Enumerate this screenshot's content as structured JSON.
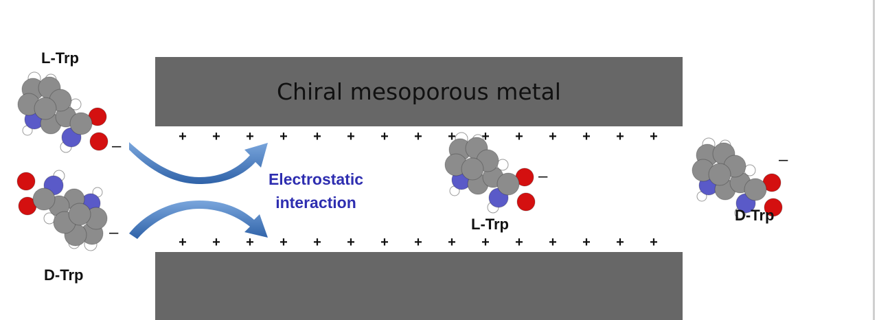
{
  "pore": {
    "title": "Chiral mesoporous metal",
    "wall_color": "#676767",
    "charge_symbol": "+",
    "charges_per_row": 15
  },
  "interaction": {
    "line1": "Electrostatic",
    "line2": "interaction",
    "color": "#2e2eb0"
  },
  "molecules": {
    "input_top": {
      "label": "L-Trp",
      "charge": "–"
    },
    "input_bottom": {
      "label": "D-Trp",
      "charge": "–"
    },
    "adsorbed": {
      "label": "L-Trp",
      "charge": "–"
    },
    "released": {
      "label": "D-Trp",
      "charge": "–"
    }
  },
  "atom_colors": {
    "carbon": "#8c8c8c",
    "hydrogen": "#ffffff",
    "nitrogen": "#5a5ac8",
    "oxygen": "#d41010"
  },
  "arrow_color": "#4a7ec0"
}
